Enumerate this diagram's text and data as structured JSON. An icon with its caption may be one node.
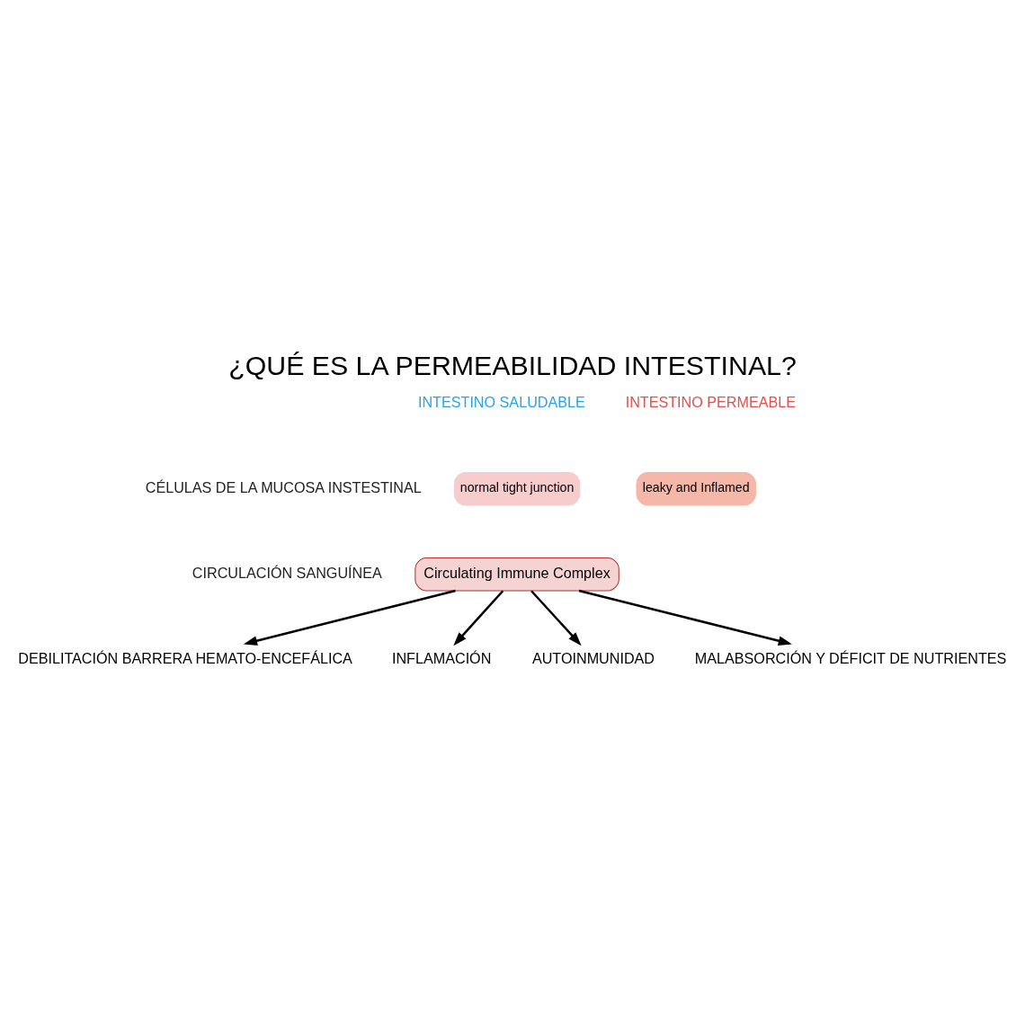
{
  "diagram": {
    "title": "¿QUÉ ES LA PERMEABILIDAD INTESTINAL?",
    "nodes": [
      {
        "text": [
          "Circulating Immune Complex"
        ]
      },
      {
        "text": [
          "DEBILITACIÓN BARRERA HEMATO-ENCEFÁLICA"
        ]
      },
      {
        "text": [
          "INFLAMACIÓN"
        ]
      },
      {
        "text": [
          "AUTOINMUNIDAD"
        ]
      },
      {
        "text": [
          "MALABSORCIÓN Y DÉFICIT DE NUTRIENTES"
        ]
      },
      {
        "text": [
          "normal tight junction"
        ]
      },
      {
        "text": [
          "leaky and Inflamed"
        ]
      }
    ],
    "edges": [
      {
        "from": 0,
        "to": 1,
        "arrow": "to"
      },
      {
        "from": 0,
        "to": 2,
        "arrow": "to"
      },
      {
        "from": 0,
        "to": 3,
        "arrow": "to"
      },
      {
        "from": 0,
        "to": 4,
        "arrow": "to"
      }
    ],
    "labels": [
      "INTESTINO SALUDABLE",
      "INTESTINO PERMEABLE",
      "CÉLULAS DE LA MUCOSA INSTESTINAL",
      "CIRCULACIÓN SANGUÍNEA"
    ]
  }
}
